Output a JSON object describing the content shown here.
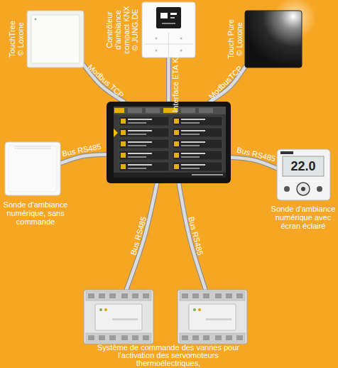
{
  "diagram": {
    "nodes": [
      {
        "text": [
          "TouchTree © Loxone"
        ]
      },
      {
        "text": [
          "Contrôleur d'ambiance compact KNX © JUNG.DE"
        ]
      },
      {
        "text": [
          "Touch Pure © Loxone"
        ]
      },
      {
        "text": [
          "Sonde d'ambiance numérique, sans commande"
        ]
      },
      {
        "text": []
      },
      {
        "text": [
          "22.0",
          "Sonde d'ambiance numérique avec écran éclairé"
        ]
      },
      {
        "text": []
      },
      {
        "text": []
      }
    ],
    "edges": [
      {
        "from": 0,
        "to": 4,
        "label": "Modbus TCP",
        "arrow": "none"
      },
      {
        "from": 1,
        "to": 4,
        "label": "Interface ETA KNX",
        "arrow": "none"
      },
      {
        "from": 2,
        "to": 4,
        "label": "ModbusTCP",
        "arrow": "none"
      },
      {
        "from": 3,
        "to": 4,
        "label": "Bus RS485",
        "arrow": "none"
      },
      {
        "from": 5,
        "to": 4,
        "label": "Bus RS485",
        "arrow": "none"
      },
      {
        "from": 6,
        "to": 4,
        "label": "Bus RS485",
        "arrow": "none"
      },
      {
        "from": 7,
        "to": 4,
        "label": "Bus RS485",
        "arrow": "none"
      }
    ],
    "labels": [
      "Système de commande des vannes pour l'activation des servomoteurs thermoélectriques,"
    ]
  }
}
